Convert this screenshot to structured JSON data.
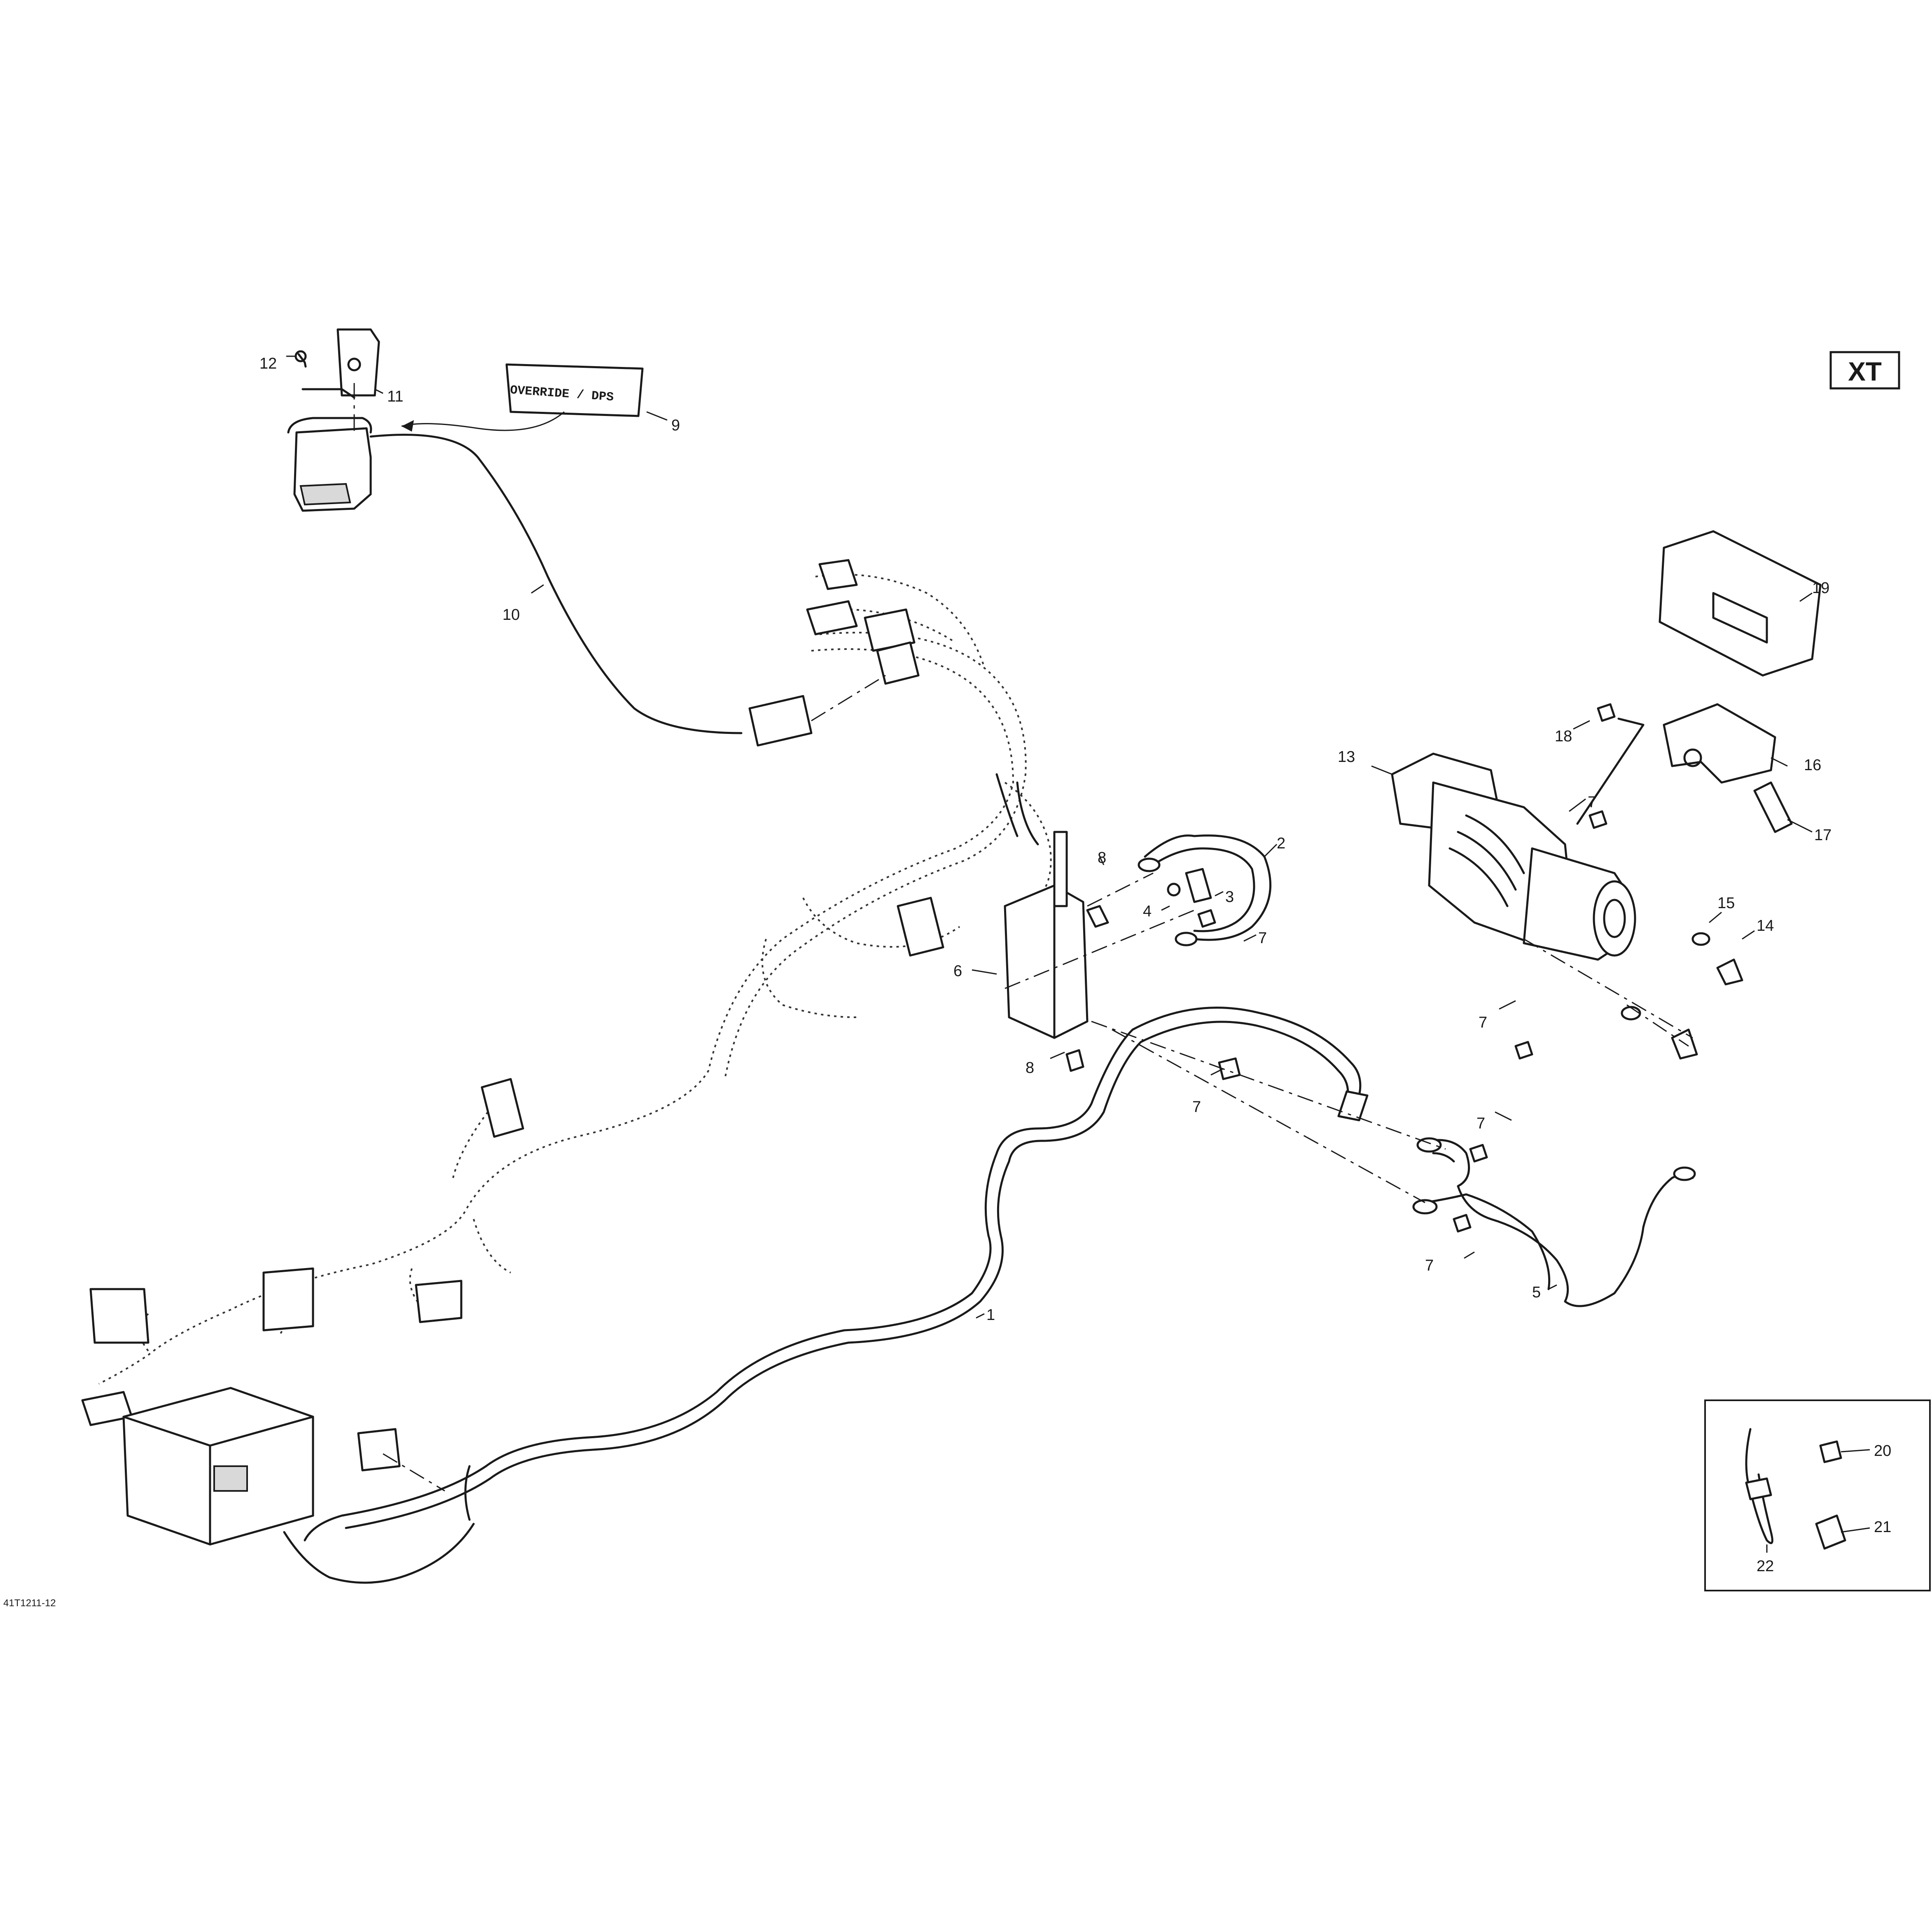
{
  "diagram": {
    "badge": "XT",
    "reference_code": "41T1211-12",
    "decal_text": "OVERRIDE / DPS",
    "callouts": [
      "1",
      "2",
      "3",
      "4",
      "5",
      "6",
      "7",
      "7",
      "7",
      "7",
      "7",
      "7",
      "8",
      "8",
      "9",
      "10",
      "11",
      "12",
      "13",
      "14",
      "15",
      "16",
      "17",
      "18",
      "19",
      "20",
      "21",
      "22"
    ]
  }
}
